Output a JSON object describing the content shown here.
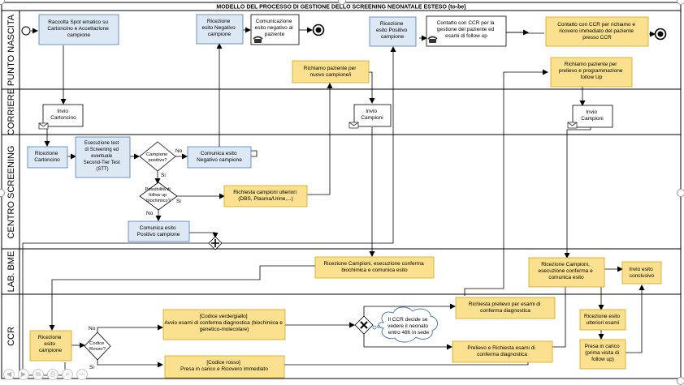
{
  "diagram": {
    "title": "MODELLO DEL PROCESSO DI GESTIONE DELLO SCREENING NEONATALE ESTESO (to-be)",
    "lanes": [
      {
        "id": "punto-nascita",
        "label": "PUNTO NASCITA"
      },
      {
        "id": "corriere",
        "label": "CORRIERE"
      },
      {
        "id": "centro-screening",
        "label": "CENTRO SCREENING"
      },
      {
        "id": "lab-bme",
        "label": "LAB. BME"
      },
      {
        "id": "ccr",
        "label": "CCR"
      }
    ],
    "nodes": {
      "raccolta": [
        "Raccolta Spot ematico su",
        "Cartoncino e Accettazione",
        "campione"
      ],
      "ricezione_negativo": [
        "Ricezione",
        "esito Negativo",
        "campione"
      ],
      "comunicazione_negativo": [
        "Comunicazione",
        "esito negativo al",
        "paziente"
      ],
      "ricezione_positivo": [
        "Ricezione",
        "esito Positivo",
        "campione"
      ],
      "contatto_ccr_gestione": [
        "Contatto con CCR per la",
        "gestione del paziente ed",
        "esami di follow up"
      ],
      "contatto_ccr_ricovero": [
        "Contatto con CCR per richiamo e",
        "ricovero immediato del paziente",
        "presso CCR"
      ],
      "richiamo_nuovo": [
        "Richiamo paziente per",
        "nuovo campione/i"
      ],
      "richiamo_prelievo": [
        "Richiamo paziente per",
        "prelievo e programmazione",
        "follow Up"
      ],
      "invio_cartoncino": [
        "Invio",
        "Cartoncino"
      ],
      "invio_campioni_1": [
        "Invio",
        "Campioni"
      ],
      "invio_campioni_2": [
        "Invio",
        "Campioni"
      ],
      "ricezione_cartoncino": [
        "Ricezione",
        "Cartoncino"
      ],
      "esecuzione_test": [
        "Esecuzione test",
        "di Screening ed",
        "eventuale",
        "Second-Tier Test",
        "(STT)"
      ],
      "campione_positivo": [
        "Campione",
        "positivo?"
      ],
      "comunica_negativo": [
        "Comunica esito",
        "Negativo campione"
      ],
      "possibilita_followup": [
        "Possibilità di",
        "follow up",
        "biochimico?"
      ],
      "richiesta_ulteriori": [
        "Richiesta campioni ulteriori",
        "(DBS, Plasma/Urine,...)"
      ],
      "comunica_positivo": [
        "Comunica esito",
        "Positivo campione"
      ],
      "ricezione_conferma_1": [
        "Ricezione Campioni, esecuzione conferma",
        "biochimica e comunica esito"
      ],
      "ricezione_conferma_2": [
        "Ricezione Campioni,",
        "esecuzione conferma e",
        "comunica esito"
      ],
      "invio_esito": [
        "Invio esito",
        "conclusivo"
      ],
      "ricezione_esito_ccr": [
        "Ricezione",
        "esito",
        "campione"
      ],
      "codice_rosso_gw": [
        "Codice",
        "Rosso?"
      ],
      "codice_verde": [
        "[Codice verde/giallo]",
        "Avvio esami di conferma diagnostica (biochimica e",
        "genetico-molecolare)"
      ],
      "codice_rosso": [
        "[Codice rosso]",
        "Presa in carico e Ricovero immediato"
      ],
      "nota_ccr": [
        "Il CCR decide se",
        "vedere il neonato",
        "entro 48h in sede"
      ],
      "richiesta_prelievo": [
        "Richiesta prelievo per esami di",
        "conferma diagnostica"
      ],
      "prelievo_richiesta": [
        "Prelievo e Richiesta esami di",
        "conferma diagnostica"
      ],
      "ricezione_esito_ulteriori": [
        "Ricezione esito",
        "ulteriori esami"
      ],
      "presa_in_carico": [
        "Presa in carico",
        "(prima visita di",
        "follow up)"
      ]
    },
    "flow_labels": {
      "no_1": "No",
      "si_1": "Si",
      "si_2": "Si",
      "no_2": "No",
      "no_3": "No",
      "si_3": "Si"
    }
  },
  "colors": {
    "blue_fill": "#dde8f5",
    "blue_stroke": "#4f7bb5",
    "yellow_fill": "#fbe18f",
    "yellow_stroke": "#d4a514",
    "cloud_stroke": "#3f6fb5",
    "line": "#000000",
    "lane_border": "#000000"
  },
  "toolbar": {
    "buttons": [
      {
        "name": "back-icon",
        "glyph": "◀"
      },
      {
        "name": "forward-icon",
        "glyph": "▶"
      },
      {
        "name": "copy-icon",
        "glyph": "⧉"
      },
      {
        "name": "print-icon",
        "glyph": "⎙"
      },
      {
        "name": "zoom-icon",
        "glyph": "⌕"
      },
      {
        "name": "more-icon",
        "glyph": "⋯"
      }
    ]
  }
}
